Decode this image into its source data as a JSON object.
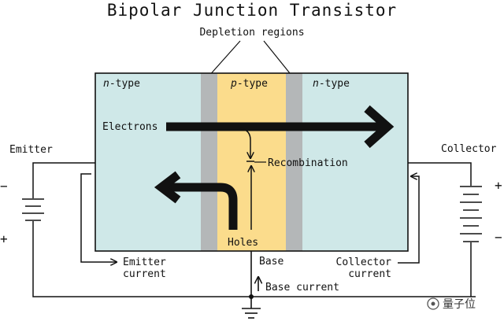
{
  "title": "Bipolar Junction Transistor",
  "depletion_label": "Depletion regions",
  "regions": {
    "left": {
      "prefix": "n",
      "suffix": "-type"
    },
    "middle": {
      "prefix": "p",
      "suffix": "-type"
    },
    "right": {
      "prefix": "n",
      "suffix": "-type"
    }
  },
  "labels": {
    "electrons": "Electrons",
    "recombination": "Recombination",
    "holes": "Holes",
    "base": "Base",
    "emitter": "Emitter",
    "collector": "Collector",
    "emitter_current_1": "Emitter",
    "emitter_current_2": "current",
    "collector_current_1": "Collector",
    "collector_current_2": "current",
    "base_current": "Base current"
  },
  "battery_signs": {
    "emitter_top": "−",
    "emitter_bottom": "+",
    "collector_top": "+",
    "collector_bottom": "−"
  },
  "watermark": "量子位",
  "colors": {
    "n_region": "#cfe8e8",
    "p_region": "#fbdc8c",
    "depletion": "#b4b7b8",
    "line": "#111111"
  }
}
